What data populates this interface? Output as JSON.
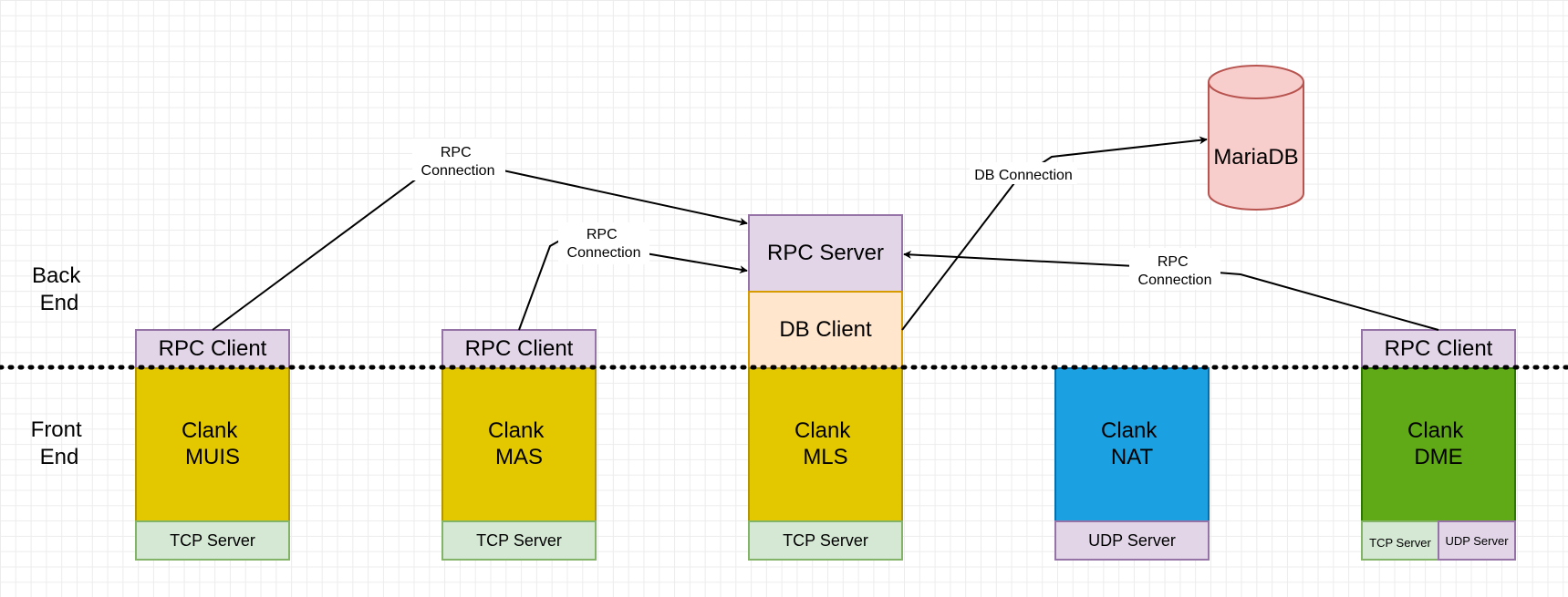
{
  "layers": {
    "back_end": [
      "Back",
      "End"
    ],
    "front_end": [
      "Front",
      "End"
    ]
  },
  "components": {
    "muis": {
      "rpc_client": "RPC Client",
      "name": [
        "Clank",
        "MUIS"
      ],
      "server": "TCP Server"
    },
    "mas": {
      "rpc_client": "RPC Client",
      "name": [
        "Clank",
        "MAS"
      ],
      "server": "TCP Server"
    },
    "mls": {
      "rpc_server": "RPC Server",
      "db_client": "DB Client",
      "name": [
        "Clank",
        "MLS"
      ],
      "server": "TCP Server"
    },
    "nat": {
      "name": [
        "Clank",
        "NAT"
      ],
      "server": "UDP Server"
    },
    "dme": {
      "rpc_client": "RPC Client",
      "name": [
        "Clank",
        "DME"
      ],
      "servers": [
        "TCP Server",
        "UDP Server"
      ]
    }
  },
  "database": {
    "label": "MariaDB"
  },
  "connections": {
    "muis_rpc": [
      "RPC",
      "Connection"
    ],
    "mas_rpc": [
      "RPC",
      "Connection"
    ],
    "dme_rpc": [
      "RPC",
      "Connection"
    ],
    "db": "DB Connection"
  },
  "colors": {
    "purple_fill": "#e1d5e7",
    "purple_stroke": "#9673a6",
    "yellow_fill": "#e3c800",
    "yellow_stroke": "#b09500",
    "green_light_fill": "#d5e8d4",
    "green_light_stroke": "#82b366",
    "orange_fill": "#ffe6cc",
    "orange_stroke": "#d79b00",
    "blue_fill": "#1ba1e2",
    "blue_stroke": "#006eaf",
    "green_fill": "#60a917",
    "green_stroke": "#2d7600",
    "red_fill": "#f8cecc",
    "red_stroke": "#b85450"
  }
}
